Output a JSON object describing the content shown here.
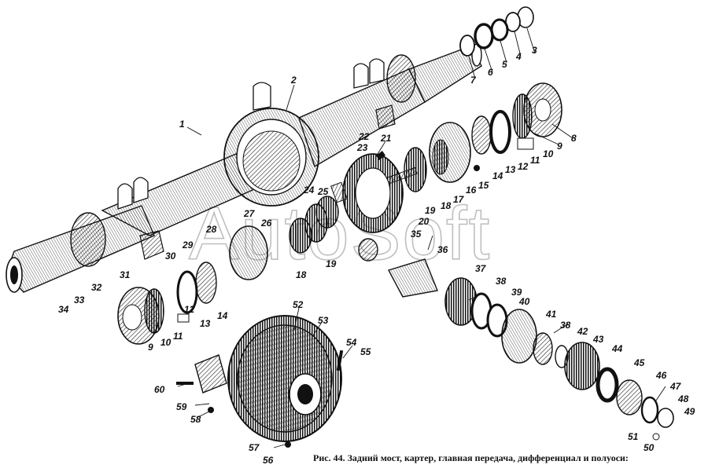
{
  "caption": "Рис. 44. Задний мост, картер, главная передача, дифференциал и полуоси:",
  "watermark": "AutoSoft",
  "parts": [
    {
      "id": "1",
      "label": "1"
    },
    {
      "id": "2",
      "label": "2"
    },
    {
      "id": "3",
      "label": "3"
    },
    {
      "id": "4",
      "label": "4"
    },
    {
      "id": "5",
      "label": "5"
    },
    {
      "id": "6",
      "label": "6"
    },
    {
      "id": "7",
      "label": "7"
    },
    {
      "id": "8",
      "label": "8"
    },
    {
      "id": "9a",
      "label": "9"
    },
    {
      "id": "10a",
      "label": "10"
    },
    {
      "id": "11a",
      "label": "11"
    },
    {
      "id": "12a",
      "label": "12"
    },
    {
      "id": "13a",
      "label": "13"
    },
    {
      "id": "14a",
      "label": "14"
    },
    {
      "id": "15",
      "label": "15"
    },
    {
      "id": "16",
      "label": "16"
    },
    {
      "id": "17",
      "label": "17"
    },
    {
      "id": "18a",
      "label": "18"
    },
    {
      "id": "19a",
      "label": "19"
    },
    {
      "id": "20",
      "label": "20"
    },
    {
      "id": "21",
      "label": "21"
    },
    {
      "id": "22",
      "label": "22"
    },
    {
      "id": "23",
      "label": "23"
    },
    {
      "id": "24",
      "label": "24"
    },
    {
      "id": "25",
      "label": "25"
    },
    {
      "id": "26",
      "label": "26"
    },
    {
      "id": "27",
      "label": "27"
    },
    {
      "id": "28",
      "label": "28"
    },
    {
      "id": "29",
      "label": "29"
    },
    {
      "id": "30",
      "label": "30"
    },
    {
      "id": "31",
      "label": "31"
    },
    {
      "id": "32",
      "label": "32"
    },
    {
      "id": "33",
      "label": "33"
    },
    {
      "id": "34",
      "label": "34"
    },
    {
      "id": "9b",
      "label": "9"
    },
    {
      "id": "10b",
      "label": "10"
    },
    {
      "id": "11b",
      "label": "11"
    },
    {
      "id": "12b",
      "label": "12"
    },
    {
      "id": "13b",
      "label": "13"
    },
    {
      "id": "14b",
      "label": "14"
    },
    {
      "id": "18b",
      "label": "18"
    },
    {
      "id": "19b",
      "label": "19"
    },
    {
      "id": "35",
      "label": "35"
    },
    {
      "id": "36",
      "label": "36"
    },
    {
      "id": "37",
      "label": "37"
    },
    {
      "id": "38a",
      "label": "38"
    },
    {
      "id": "39",
      "label": "39"
    },
    {
      "id": "40",
      "label": "40"
    },
    {
      "id": "41",
      "label": "41"
    },
    {
      "id": "38b",
      "label": "38"
    },
    {
      "id": "42",
      "label": "42"
    },
    {
      "id": "43",
      "label": "43"
    },
    {
      "id": "44",
      "label": "44"
    },
    {
      "id": "45",
      "label": "45"
    },
    {
      "id": "46",
      "label": "46"
    },
    {
      "id": "47",
      "label": "47"
    },
    {
      "id": "48",
      "label": "48"
    },
    {
      "id": "49",
      "label": "49"
    },
    {
      "id": "50",
      "label": "50"
    },
    {
      "id": "51",
      "label": "51"
    },
    {
      "id": "52",
      "label": "52"
    },
    {
      "id": "53",
      "label": "53"
    },
    {
      "id": "54",
      "label": "54"
    },
    {
      "id": "55",
      "label": "55"
    },
    {
      "id": "56",
      "label": "56"
    },
    {
      "id": "57",
      "label": "57"
    },
    {
      "id": "58",
      "label": "58"
    },
    {
      "id": "59",
      "label": "59"
    },
    {
      "id": "60",
      "label": "60"
    }
  ]
}
